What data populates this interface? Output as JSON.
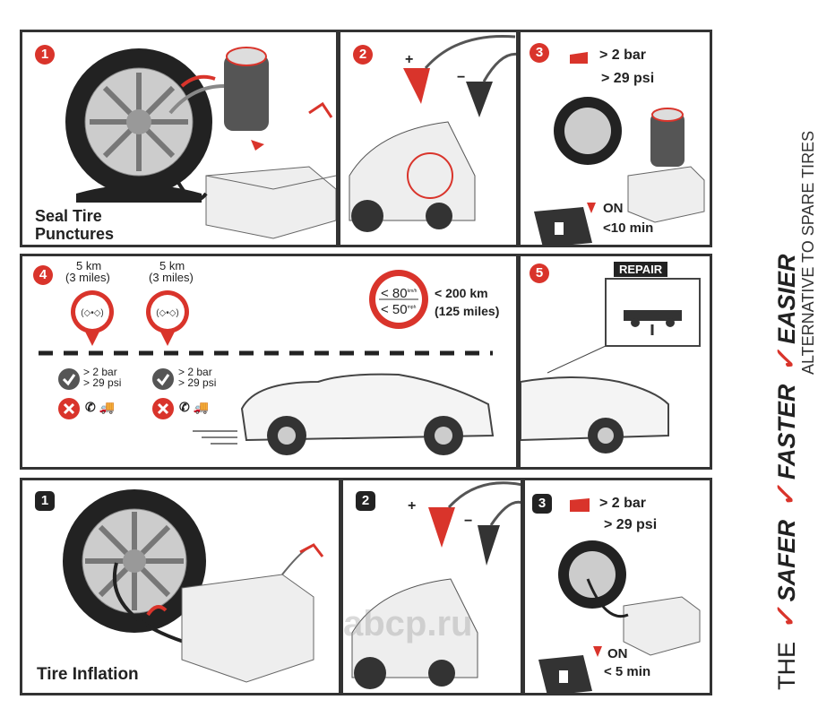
{
  "top": {
    "step1": {
      "number": "1",
      "caption_line1": "Seal Tire",
      "caption_line2": "Punctures"
    },
    "step2": {
      "number": "2",
      "plus": "+",
      "minus": "−"
    },
    "step3": {
      "number": "3",
      "pressure_bar": "> 2 bar",
      "pressure_psi": "> 29 psi",
      "on_label": "ON",
      "time": "<10 min"
    }
  },
  "middle": {
    "step4": {
      "number": "4",
      "checkpoints": [
        {
          "distance": "5 km",
          "distance_miles": "(3 miles)",
          "bar": "> 2 bar",
          "psi": "> 29 psi"
        },
        {
          "distance": "5 km",
          "distance_miles": "(3 miles)",
          "bar": "> 2 bar",
          "psi": "> 29 psi"
        }
      ],
      "speed_kmh": "< 80",
      "speed_kmh_unit": "km/h",
      "speed_mph": "< 50",
      "speed_mph_unit": "mph",
      "range_km": "< 200 km",
      "range_miles": "(125 miles)"
    },
    "step5": {
      "number": "5",
      "sign": "REPAIR"
    }
  },
  "bottom": {
    "step1": {
      "number": "1",
      "caption": "Tire Inflation"
    },
    "step2": {
      "number": "2",
      "plus": "+",
      "minus": "−"
    },
    "step3": {
      "number": "3",
      "pressure_bar": "> 2 bar",
      "pressure_psi": "> 29 psi",
      "on_label": "ON",
      "time": "<  5 min"
    }
  },
  "slogan": {
    "the": "THE",
    "w1": "SAFER",
    "w2": "FASTER",
    "w3": "EASIER",
    "tagline": "ALTERNATIVE TO SPARE TIRES"
  },
  "watermark": "abcp.ru",
  "colors": {
    "accent": "#d9342b",
    "ink": "#222222"
  }
}
